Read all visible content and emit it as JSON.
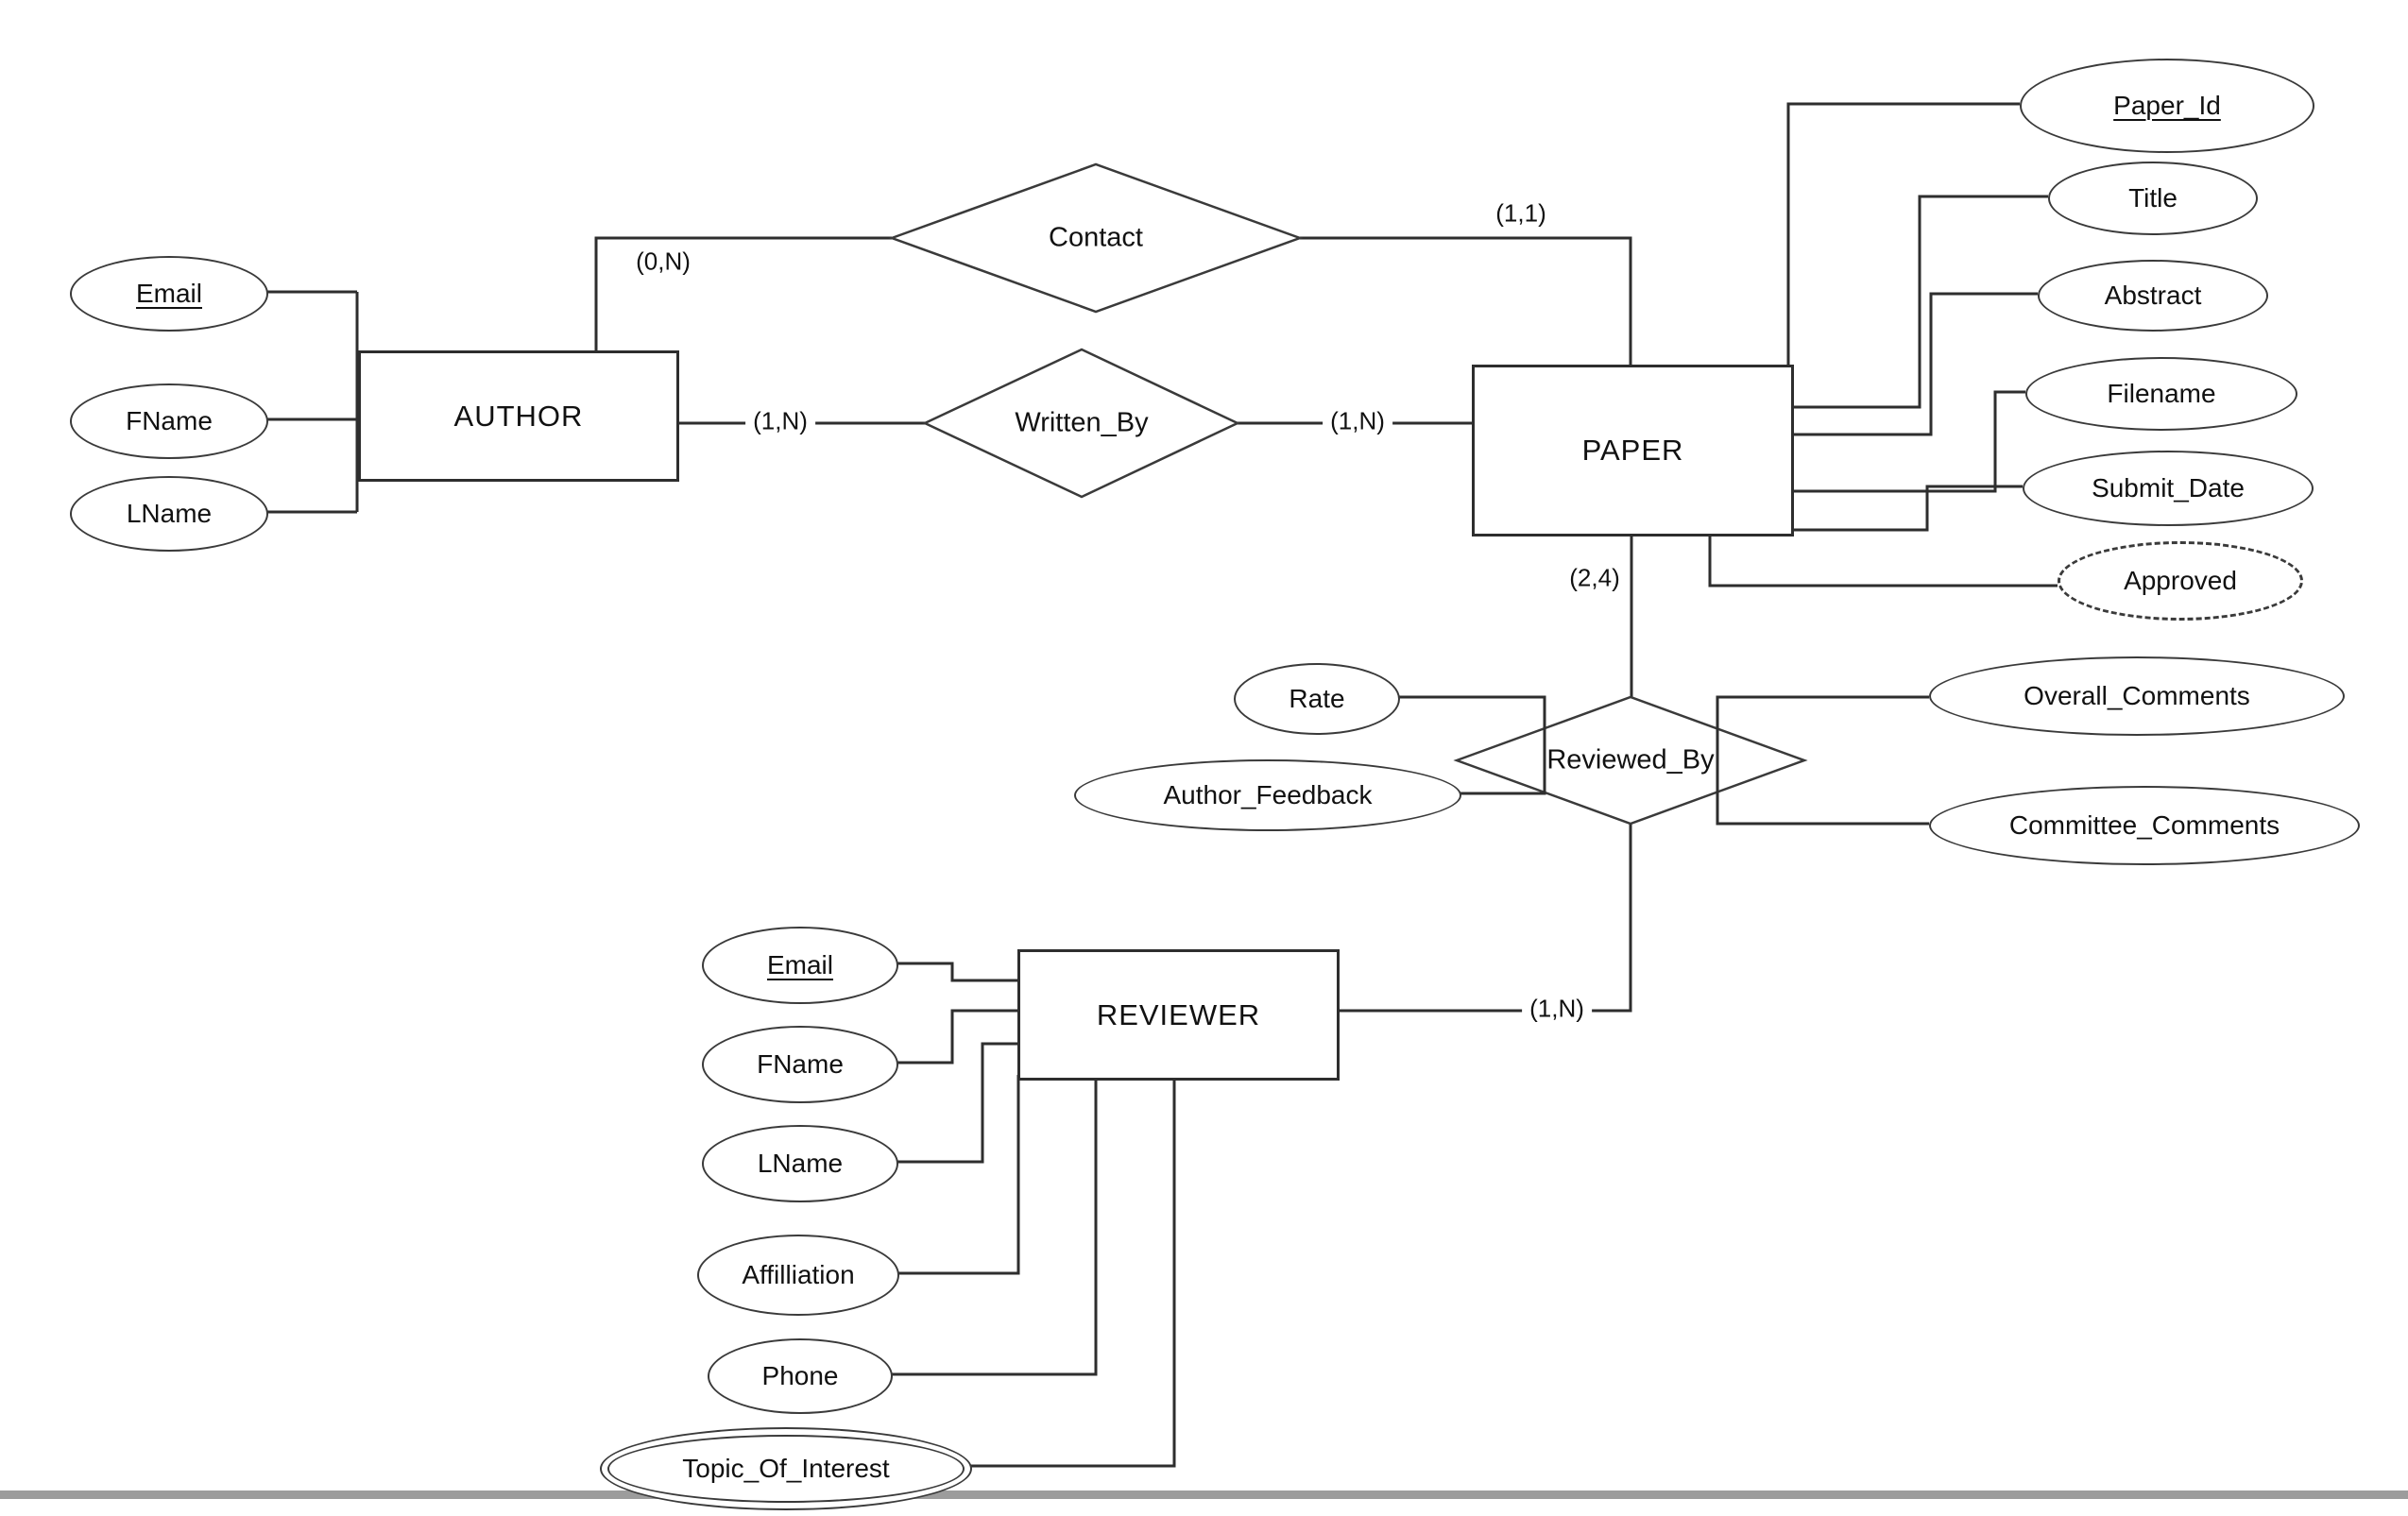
{
  "entities": {
    "author": {
      "label": "AUTHOR",
      "attributes": [
        {
          "label": "Email",
          "type": "key"
        },
        {
          "label": "FName",
          "type": "simple"
        },
        {
          "label": "LName",
          "type": "simple"
        }
      ]
    },
    "paper": {
      "label": "PAPER",
      "attributes": [
        {
          "label": "Paper_Id",
          "type": "key"
        },
        {
          "label": "Title",
          "type": "simple"
        },
        {
          "label": "Abstract",
          "type": "simple"
        },
        {
          "label": "Filename",
          "type": "simple"
        },
        {
          "label": "Submit_Date",
          "type": "simple"
        },
        {
          "label": "Approved",
          "type": "derived"
        }
      ]
    },
    "reviewer": {
      "label": "REVIEWER",
      "attributes": [
        {
          "label": "Email",
          "type": "key"
        },
        {
          "label": "FName",
          "type": "simple"
        },
        {
          "label": "LName",
          "type": "simple"
        },
        {
          "label": "Affilliation",
          "type": "simple"
        },
        {
          "label": "Phone",
          "type": "simple"
        },
        {
          "label": "Topic_Of_Interest",
          "type": "multivalued"
        }
      ]
    }
  },
  "relationships": {
    "contact": {
      "label": "Contact",
      "author_cardinality": "(0,N)",
      "paper_cardinality": "(1,1)"
    },
    "written_by": {
      "label": "Written_By",
      "author_cardinality": "(1,N)",
      "paper_cardinality": "(1,N)"
    },
    "reviewed_by": {
      "label": "Reviewed_By",
      "paper_cardinality": "(2,4)",
      "reviewer_cardinality": "(1,N)",
      "attributes": [
        {
          "label": "Rate",
          "type": "simple"
        },
        {
          "label": "Author_Feedback",
          "type": "simple"
        },
        {
          "label": "Overall_Comments",
          "type": "simple"
        },
        {
          "label": "Committee_Comments",
          "type": "simple"
        }
      ]
    }
  },
  "colors": {
    "background": "#ffffff",
    "line": "#2e2e2e",
    "text": "#111111",
    "footer_bar": "#9c9c9c"
  }
}
